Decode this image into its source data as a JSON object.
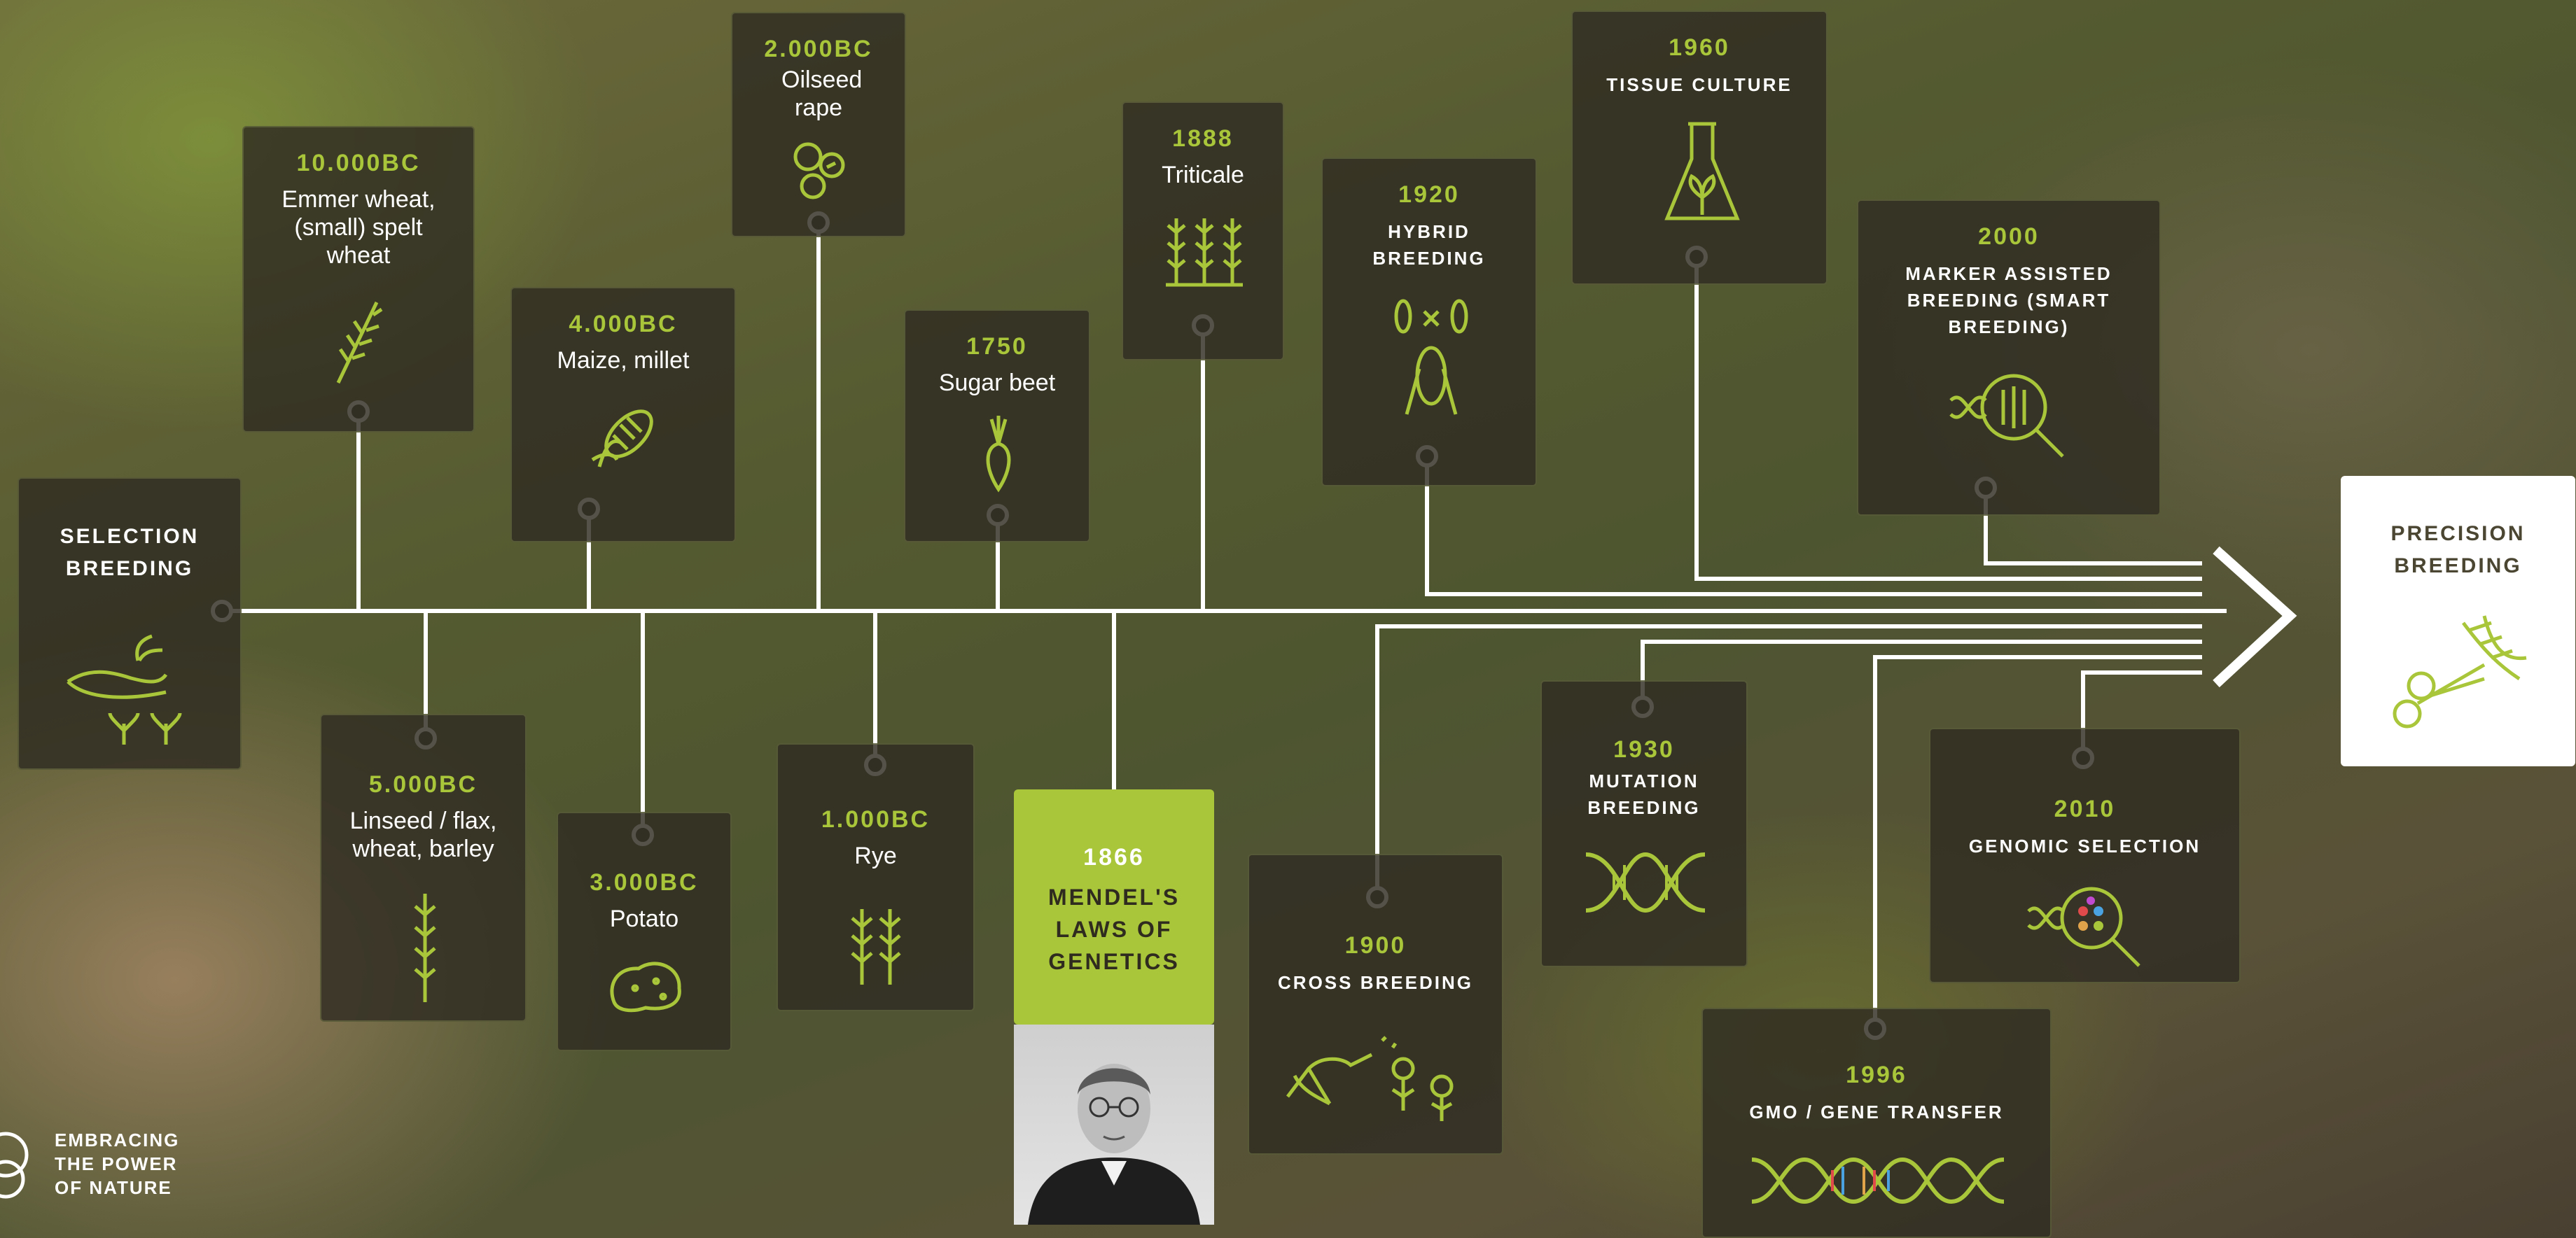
{
  "start_label": "SELECTION BREEDING",
  "end_label": "PRECISION BREEDING",
  "events_top": [
    {
      "date": "10.000BC",
      "label": "Emmer wheat, (small) spelt wheat",
      "icon": "wheat-icon"
    },
    {
      "date": "4.000BC",
      "label": "Maize, millet",
      "icon": "corn-icon"
    },
    {
      "date": "2.000BC",
      "label": "Oilseed rape",
      "icon": "seeds-icon"
    },
    {
      "date": "1750",
      "label": "Sugar beet",
      "icon": "beet-icon"
    },
    {
      "date": "1888",
      "label": "Triticale",
      "icon": "triticale-icon"
    },
    {
      "date": "1920",
      "label": "HYBRID BREEDING",
      "icon": "hybrid-corn-icon"
    },
    {
      "date": "1960",
      "label": "TISSUE CULTURE",
      "icon": "flask-icon"
    },
    {
      "date": "2000",
      "label": "MARKER ASSISTED BREEDING (SMART BREEDING)",
      "icon": "dna-magnifier-icon"
    }
  ],
  "events_bottom": [
    {
      "date": "5.000BC",
      "label": "Linseed / flax, wheat, barley",
      "icon": "grain-icon"
    },
    {
      "date": "3.000BC",
      "label": "Potato",
      "icon": "potato-icon"
    },
    {
      "date": "1.000BC",
      "label": "Rye",
      "icon": "rye-icon"
    },
    {
      "date": "1866",
      "label": "MENDEL'S LAWS OF GENETICS",
      "icon": "portrait"
    },
    {
      "date": "1900",
      "label": "CROSS BREEDING",
      "icon": "pollination-icon"
    },
    {
      "date": "1930",
      "label": "MUTATION BREEDING",
      "icon": "dna-icon"
    },
    {
      "date": "1996",
      "label": "GMO / GENE TRANSFER",
      "icon": "long-dna-icon"
    },
    {
      "date": "2010",
      "label": "GENOMIC SELECTION",
      "icon": "genome-magnifier-icon"
    }
  ],
  "logo": {
    "line1": "EMBRACING",
    "line2": "THE POWER",
    "line3": "OF NATURE"
  },
  "colors": {
    "accent": "#a9c63a",
    "box": "#302c22",
    "line": "#ffffff"
  }
}
